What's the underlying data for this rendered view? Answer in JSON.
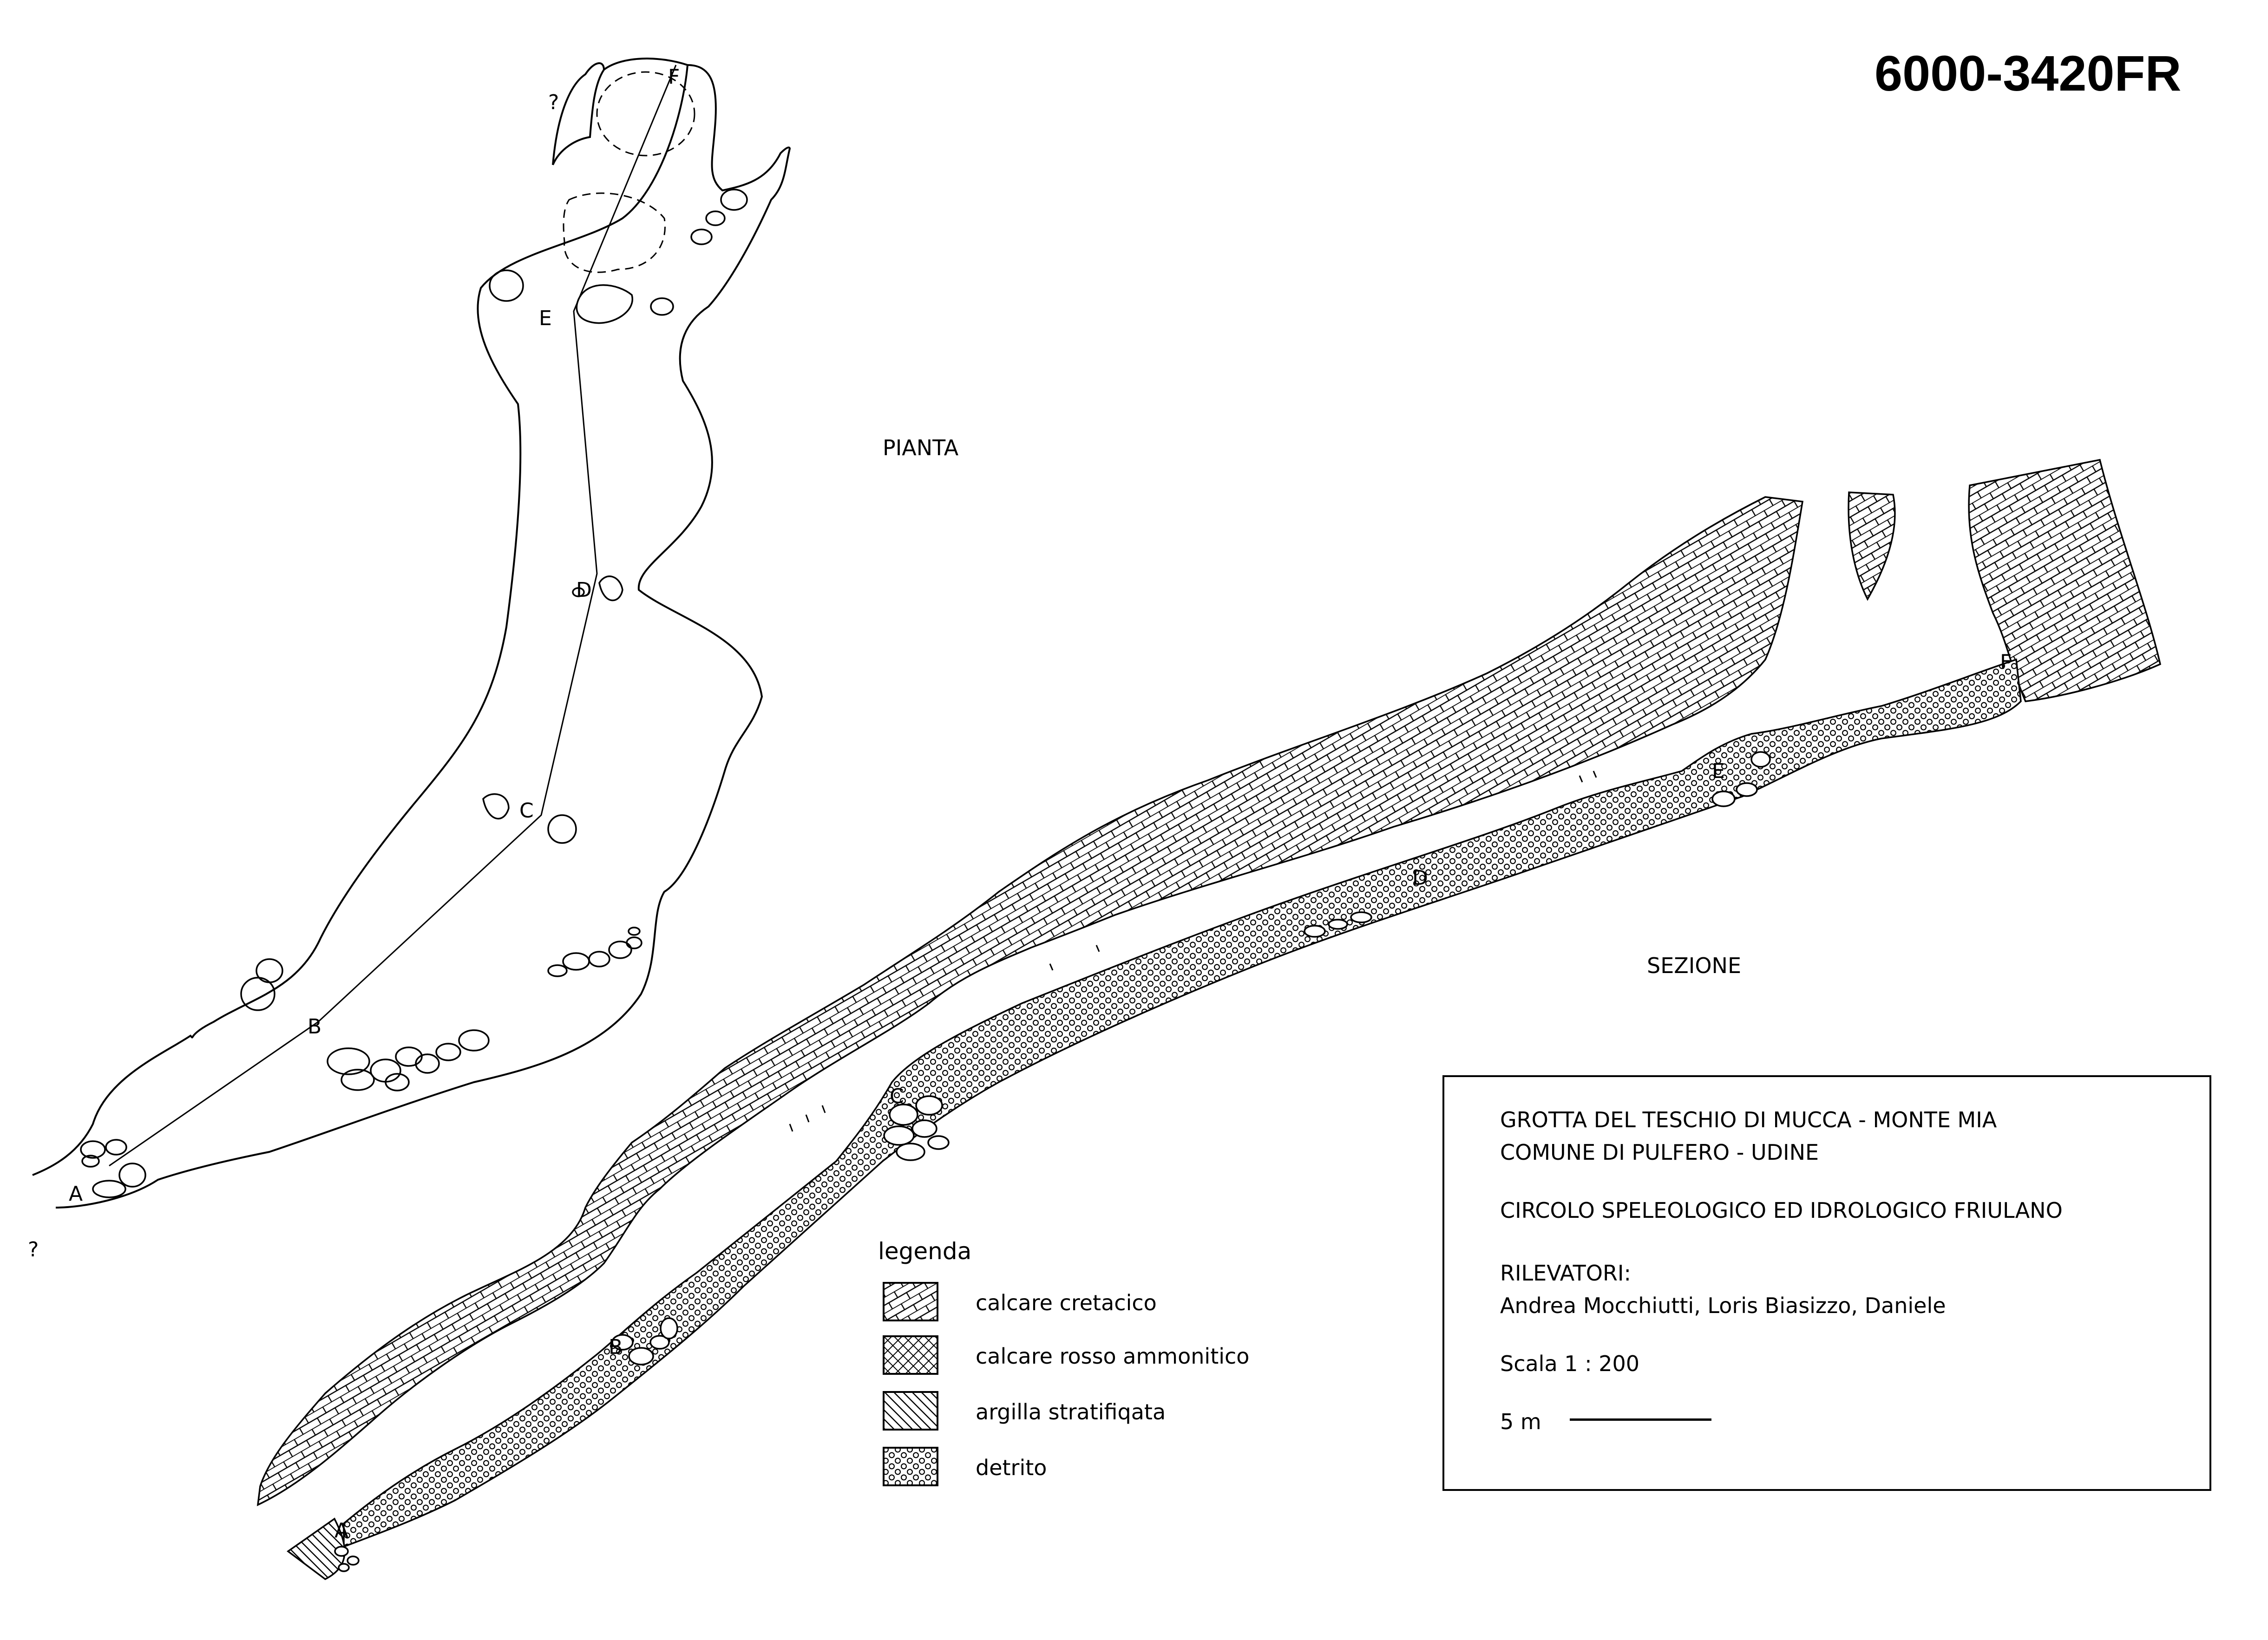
{
  "cave_code": "6000-3420FR",
  "plan_label": "PIANTA",
  "section_label": "SEZIONE",
  "plan_stations": [
    "A",
    "B",
    "C",
    "D",
    "E",
    "F"
  ],
  "section_stations": [
    "A",
    "B",
    "C",
    "D",
    "E",
    "F"
  ],
  "unknown_marker": "?",
  "legend": {
    "title": "legenda",
    "items": [
      {
        "label": "calcare cretacico",
        "pattern": "brick"
      },
      {
        "label": "calcare rosso ammonitico",
        "pattern": "crosshatch"
      },
      {
        "label": "argilla stratifiqata",
        "pattern": "hatch"
      },
      {
        "label": "detrito",
        "pattern": "circles"
      }
    ]
  },
  "info": {
    "cave_name": "GROTTA DEL TESCHIO DI MUCCA - MONTE MIA",
    "location": "COMUNE DI PULFERO - UDINE",
    "organization": "CIRCOLO SPELEOLOGICO ED IDROLOGICO FRIULANO",
    "surveyors_label": "RILEVATORI:",
    "surveyors": "Andrea Mocchiutti, Loris Biasizzo, Daniele",
    "scale": "Scala 1 : 200",
    "scale_bar_label": "5 m"
  }
}
